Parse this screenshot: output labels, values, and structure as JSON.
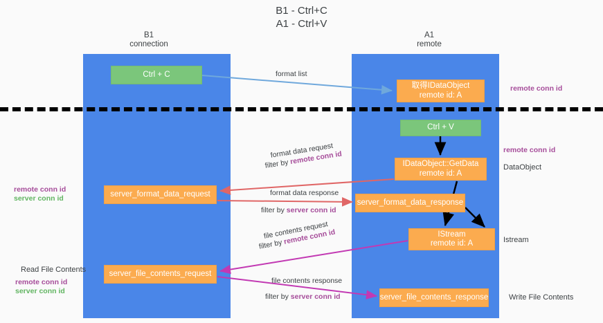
{
  "title": "B1 - Ctrl+C\nA1 - Ctrl+V",
  "columns": {
    "left": "B1\nconnection",
    "right": "A1\nremote"
  },
  "colors": {
    "lane": "#4a86e8",
    "node_green": "#7bc67b",
    "node_orange": "#fbab4f",
    "remote_conn_id": "#a64d9a",
    "server_conn_id": "#62b562",
    "arrow_blue": "#6fa8dc",
    "arrow_red": "#e06666",
    "arrow_magenta": "#c239b3",
    "arrow_black": "#000000",
    "divider": "#000000"
  },
  "nodes": [
    {
      "id": "ctrl-c",
      "label": "Ctrl + C",
      "style": "green"
    },
    {
      "id": "idataobject",
      "label": "取得IDataObject\nremote id: A",
      "style": "orange"
    },
    {
      "id": "ctrl-v",
      "label": "Ctrl + V",
      "style": "green"
    },
    {
      "id": "getdata",
      "label": "IDataObject::GetData\nremote id: A",
      "style": "orange"
    },
    {
      "id": "server-format-data-request",
      "label": "server_format_data_request",
      "style": "orange"
    },
    {
      "id": "server-format-data-response",
      "label": "server_format_data_response",
      "style": "orange"
    },
    {
      "id": "istream",
      "label": "IStream\nremote id: A",
      "style": "orange"
    },
    {
      "id": "server-file-contents-request",
      "label": "server_file_contents_request",
      "style": "orange"
    },
    {
      "id": "server-file-contents-response",
      "label": "server_file_contents_response",
      "style": "orange"
    }
  ],
  "edge_labels": {
    "format_list": "format list",
    "format_data_request": "format data request",
    "format_data_request_filter_prefix": "filter by ",
    "format_data_request_filter_key": "remote conn id",
    "format_data_response": "format data response",
    "format_data_response_filter_prefix": "filter by ",
    "format_data_response_filter_key": "server conn id",
    "file_contents_request": "file contents request",
    "file_contents_request_filter_prefix": "filter by ",
    "file_contents_request_filter_key": "remote conn id",
    "file_contents_response": "file contents response",
    "file_contents_response_filter_prefix": "filter by ",
    "file_contents_response_filter_key": "server conn id"
  },
  "annotations": {
    "right_remote_conn_id_top": "remote conn id",
    "right_remote_conn_id_mid": "remote conn id",
    "right_dataobject": "DataObject",
    "right_istream": "Istream",
    "right_write_file_contents": "Write File Contents",
    "left_remote_conn_id": "remote conn id",
    "left_server_conn_id": "server conn id",
    "left_read_file_contents": "Read File Contents",
    "left_remote_conn_id_2": "remote conn id",
    "left_server_conn_id_2": "server conn id"
  }
}
